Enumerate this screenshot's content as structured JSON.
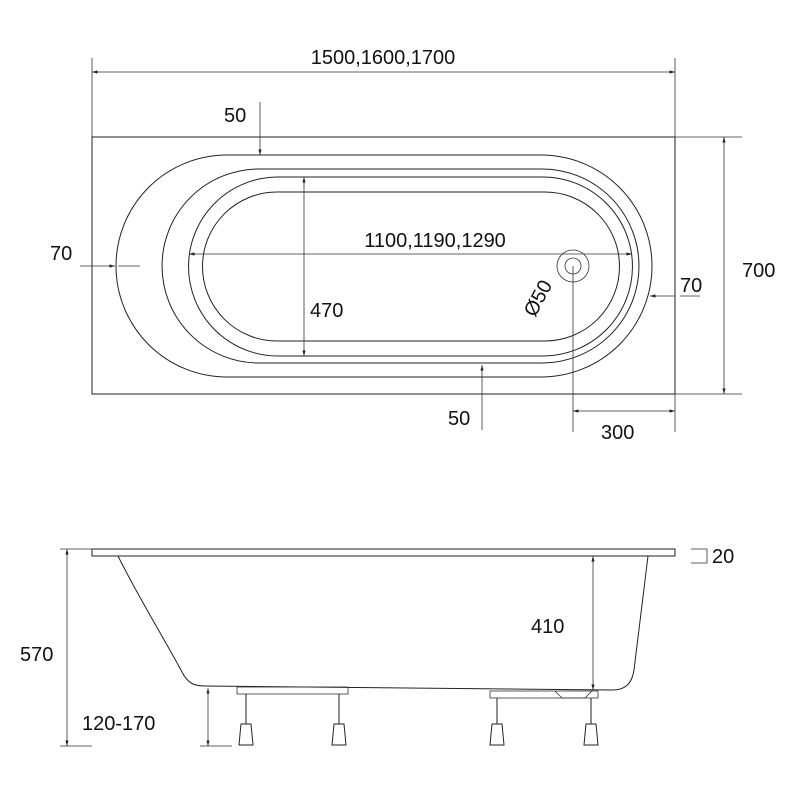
{
  "top_view": {
    "overall_length": "1500,1600,1700",
    "overall_width": "700",
    "rim_top": "50",
    "rim_left": "70",
    "inner_length": "1100,1190,1290",
    "inner_width": "470",
    "drain_diameter": "Ø50",
    "rim_right": "70",
    "rim_bottom": "50",
    "drain_offset": "300"
  },
  "side_view": {
    "rim_thickness": "20",
    "depth": "410",
    "total_height": "570",
    "leg_height": "120-170"
  },
  "colors": {
    "line": "#222222",
    "background": "#ffffff"
  }
}
